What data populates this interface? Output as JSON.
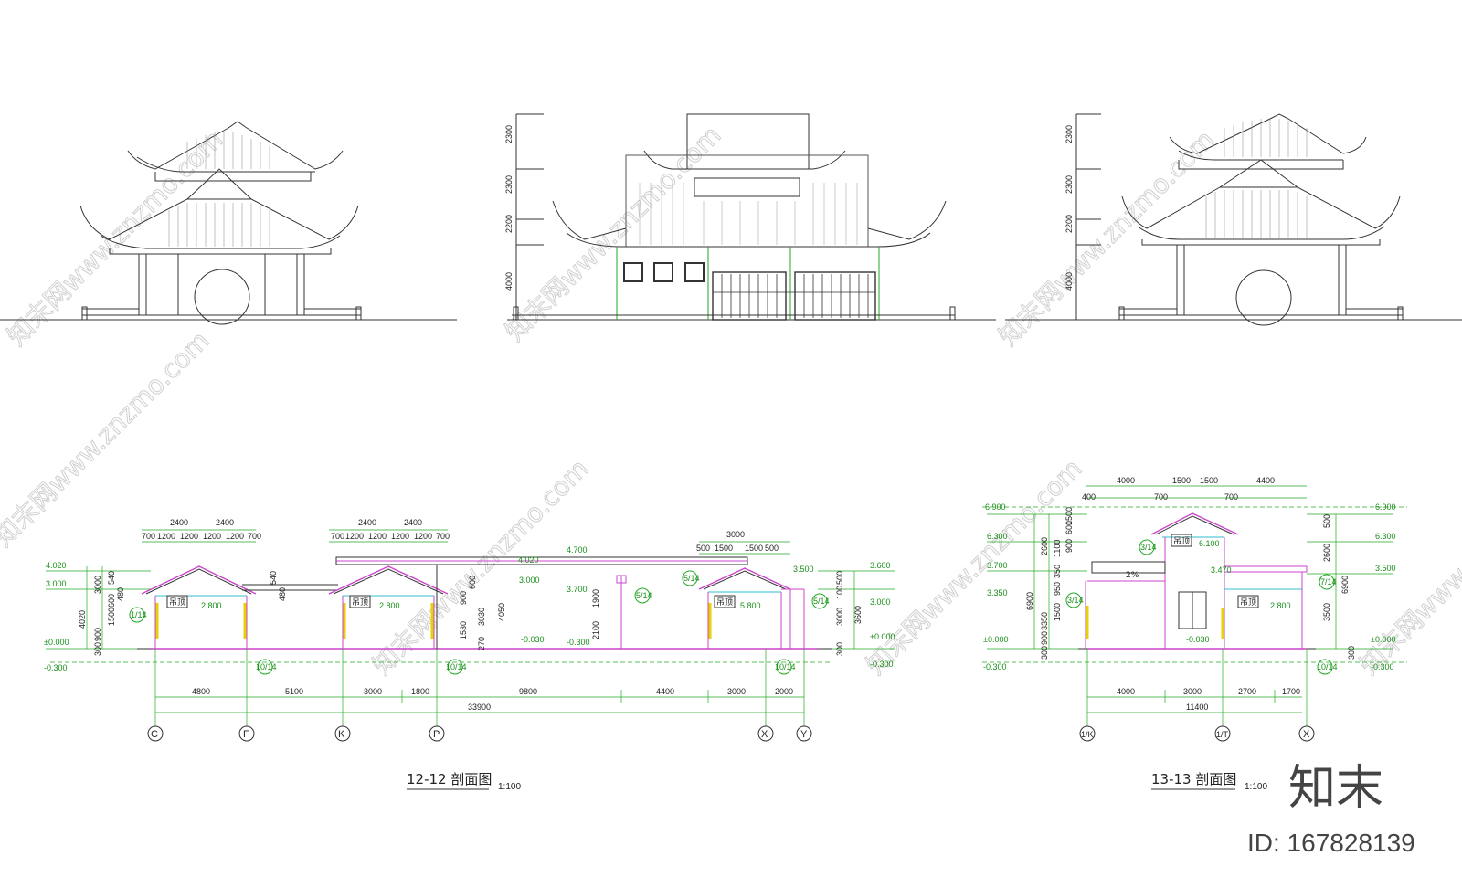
{
  "colors": {
    "line": "#333333",
    "dim_green": "#22aa22",
    "section_magenta": "#cc44cc",
    "cyan": "#33bbcc",
    "yellow": "#e6d200",
    "watermark": "#d0d0d0"
  },
  "elevations_top": {
    "middle": {
      "dims": [
        "2300",
        "2300",
        "2200",
        "4000"
      ]
    },
    "right": {
      "dims": [
        "2300",
        "2300",
        "2200",
        "4000"
      ]
    }
  },
  "section_12": {
    "title": "12-12 剖面图",
    "scale": "1:100",
    "top_dims_a": [
      "2400",
      "2400"
    ],
    "top_dims_a_sub": [
      "700",
      "1200",
      "1200",
      "1200",
      "1200",
      "700"
    ],
    "top_dims_b": [
      "2400",
      "2400"
    ],
    "top_dims_b_sub": [
      "700",
      "1200",
      "1200",
      "1200",
      "1200",
      "700"
    ],
    "top_dims_c": [
      "3000"
    ],
    "top_dims_c_sub": [
      "500",
      "1500",
      "1500",
      "500"
    ],
    "levels_left": [
      "4.020",
      "3.000",
      "±0.000",
      "-0.300"
    ],
    "left_dims_outer": [
      "4020",
      "3000"
    ],
    "left_dims_inner": [
      "540",
      "480",
      "600",
      "1500",
      "900",
      "300"
    ],
    "mid_levels": [
      "4.700",
      "4.020",
      "3.000",
      "3.700",
      "-0.030",
      "-0.300"
    ],
    "mid_dims": [
      "540",
      "480",
      "900",
      "600",
      "1530",
      "3030",
      "4050",
      "270",
      "1900",
      "2100"
    ],
    "right_levels": [
      "3.500",
      "3.600",
      "3.000",
      "±0.000",
      "-0.300"
    ],
    "right_dims": [
      "500",
      "100",
      "3600",
      "3000",
      "300"
    ],
    "room_labels": [
      "吊顶",
      "吊顶",
      "吊顶"
    ],
    "room_levels": [
      "2.800",
      "2.800",
      "5.800"
    ],
    "detail_refs": [
      "1/14",
      "10/14",
      "10/14",
      "5/14",
      "5/14",
      "10/14",
      "5/14"
    ],
    "bottom_dims": [
      "4800",
      "5100",
      "3000",
      "1800",
      "9800",
      "4400",
      "3000",
      "2000"
    ],
    "total": "33900",
    "axes": [
      "C",
      "F",
      "K",
      "P",
      "X",
      "Y"
    ]
  },
  "section_13": {
    "title": "13-13 剖面图",
    "scale": "1:100",
    "top_dims": [
      "4000",
      "1500",
      "1500",
      "4400"
    ],
    "top_sub": [
      "400",
      "700",
      "700"
    ],
    "levels_left": [
      "6.900",
      "6.300",
      "3.700",
      "3.350",
      "±0.000",
      "-0.300"
    ],
    "levels_right": [
      "6.900",
      "6.300",
      "3.500",
      "±0.000",
      "-0.300"
    ],
    "left_dims": [
      "6900",
      "3350",
      "2600",
      "1100",
      "350",
      "950",
      "1500",
      "900",
      "300",
      "600",
      "900",
      "1500"
    ],
    "right_dims": [
      "500",
      "2600",
      "6900",
      "3500",
      "300"
    ],
    "room_labels": [
      "吊顶",
      "吊顶"
    ],
    "room_levels": [
      "6.100",
      "3.470",
      "2.800",
      "-0.030"
    ],
    "detail_refs": [
      "3/14",
      "3/14",
      "7/14",
      "10/14"
    ],
    "slope_label": "2%",
    "bottom_dims": [
      "4000",
      "3000",
      "2700",
      "1700"
    ],
    "total": "11400",
    "axes": [
      "1/K",
      "1/T",
      "X"
    ]
  },
  "branding": {
    "logo_text": "知末",
    "image_id": "ID: 167828139",
    "watermark_text": "知末网www.znzmo.com"
  }
}
